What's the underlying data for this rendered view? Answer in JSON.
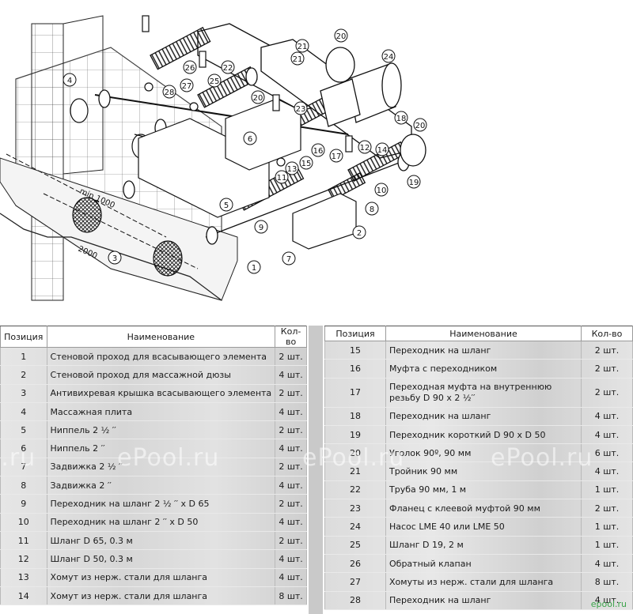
{
  "diagram": {
    "callouts": [
      "1",
      "2",
      "3",
      "4",
      "5",
      "6",
      "7",
      "8",
      "9",
      "10",
      "11",
      "12",
      "13",
      "14",
      "15",
      "16",
      "17",
      "18",
      "19",
      "20",
      "20",
      "20",
      "21",
      "21",
      "22",
      "23",
      "24",
      "25",
      "26",
      "27",
      "28"
    ],
    "dimension_min": "min 1000",
    "dimension_2000": "2000"
  },
  "table": {
    "headers": {
      "position": "Позиция",
      "name": "Наименование",
      "qty": "Кол-во"
    },
    "left_rows": [
      {
        "pos": "1",
        "name": "Стеновой проход для всасывающего элемента",
        "qty": "2 шт."
      },
      {
        "pos": "2",
        "name": "Стеновой проход для массажной дюзы",
        "qty": "4 шт."
      },
      {
        "pos": "3",
        "name": "Антивихревая крышка всасывающего элемента",
        "qty": "2 шт."
      },
      {
        "pos": "4",
        "name": "Массажная плита",
        "qty": "4 шт."
      },
      {
        "pos": "5",
        "name": "Ниппель 2 ½ ′′",
        "qty": "2 шт."
      },
      {
        "pos": "6",
        "name": "Ниппель 2 ′′",
        "qty": "4 шт."
      },
      {
        "pos": "7",
        "name": "Задвижка 2 ½ ′′",
        "qty": "2 шт."
      },
      {
        "pos": "8",
        "name": "Задвижка 2 ′′",
        "qty": "4 шт."
      },
      {
        "pos": "9",
        "name": "Переходник на шланг 2 ½ ′′ x D 65",
        "qty": "2 шт."
      },
      {
        "pos": "10",
        "name": "Переходник на шланг 2 ′′ x D 50",
        "qty": "4 шт."
      },
      {
        "pos": "11",
        "name": "Шланг D 65, 0.3 м",
        "qty": "2 шт."
      },
      {
        "pos": "12",
        "name": "Шланг D 50, 0.3 м",
        "qty": "4 шт."
      },
      {
        "pos": "13",
        "name": "Хомут из нерж. стали для шланга",
        "qty": "4 шт."
      },
      {
        "pos": "14",
        "name": "Хомут из нерж. стали для шланга",
        "qty": "8 шт."
      }
    ],
    "right_rows": [
      {
        "pos": "15",
        "name": "Переходник на шланг",
        "qty": "2 шт."
      },
      {
        "pos": "16",
        "name": "Муфта с переходником",
        "qty": "2 шт."
      },
      {
        "pos": "17",
        "name": "Переходная муфта на внутреннюю резьбу D 90 x 2 ½′′",
        "qty": "2 шт."
      },
      {
        "pos": "18",
        "name": "Переходник на шланг",
        "qty": "4 шт."
      },
      {
        "pos": "19",
        "name": "Переходник короткий D 90 x D 50",
        "qty": "4 шт."
      },
      {
        "pos": "20",
        "name": "Уголок 90º, 90 мм",
        "qty": "6 шт."
      },
      {
        "pos": "21",
        "name": "Тройник 90 мм",
        "qty": "4 шт."
      },
      {
        "pos": "22",
        "name": "Труба 90 мм, 1 м",
        "qty": "1 шт."
      },
      {
        "pos": "23",
        "name": "Фланец с клеевой муфтой 90 мм",
        "qty": "2 шт."
      },
      {
        "pos": "24",
        "name": "Насос LME 40 или LME 50",
        "qty": "1 шт."
      },
      {
        "pos": "25",
        "name": "Шланг D 19, 2 м",
        "qty": "1 шт."
      },
      {
        "pos": "26",
        "name": "Обратный клапан",
        "qty": "4 шт."
      },
      {
        "pos": "27",
        "name": "Хомуты из нерж. стали для шланга",
        "qty": "8 шт."
      },
      {
        "pos": "28",
        "name": "Переходник на шланг",
        "qty": "4 шт."
      }
    ]
  },
  "watermarks": [
    "l.ru",
    "ePool.ru",
    "ePool.ru",
    "ePool.ru"
  ],
  "corner_logo": "epool.ru"
}
